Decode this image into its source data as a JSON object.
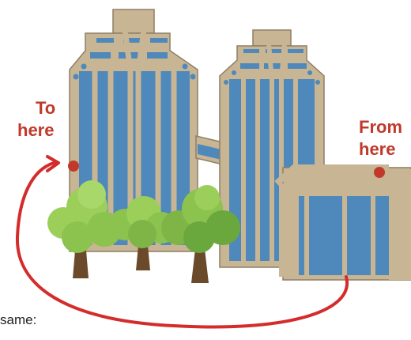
{
  "labels": {
    "to_line1": "To",
    "to_line2": "here",
    "from_line1": "From",
    "from_line2": "here",
    "partial_text": "same:"
  },
  "colors": {
    "background": "#ffffff",
    "building_tan": "#c8b594",
    "building_outline": "#8e7f66",
    "window_blue": "#4f88ba",
    "accent_red": "#d42b2b",
    "label_red": "#c0392b",
    "tree_light": "#9bcf5a",
    "tree_dark": "#6aa83e",
    "trunk": "#6b4a2b"
  },
  "icons": {
    "start_marker": "red-dot",
    "end_marker": "red-dot",
    "path": "curved-arrow"
  }
}
